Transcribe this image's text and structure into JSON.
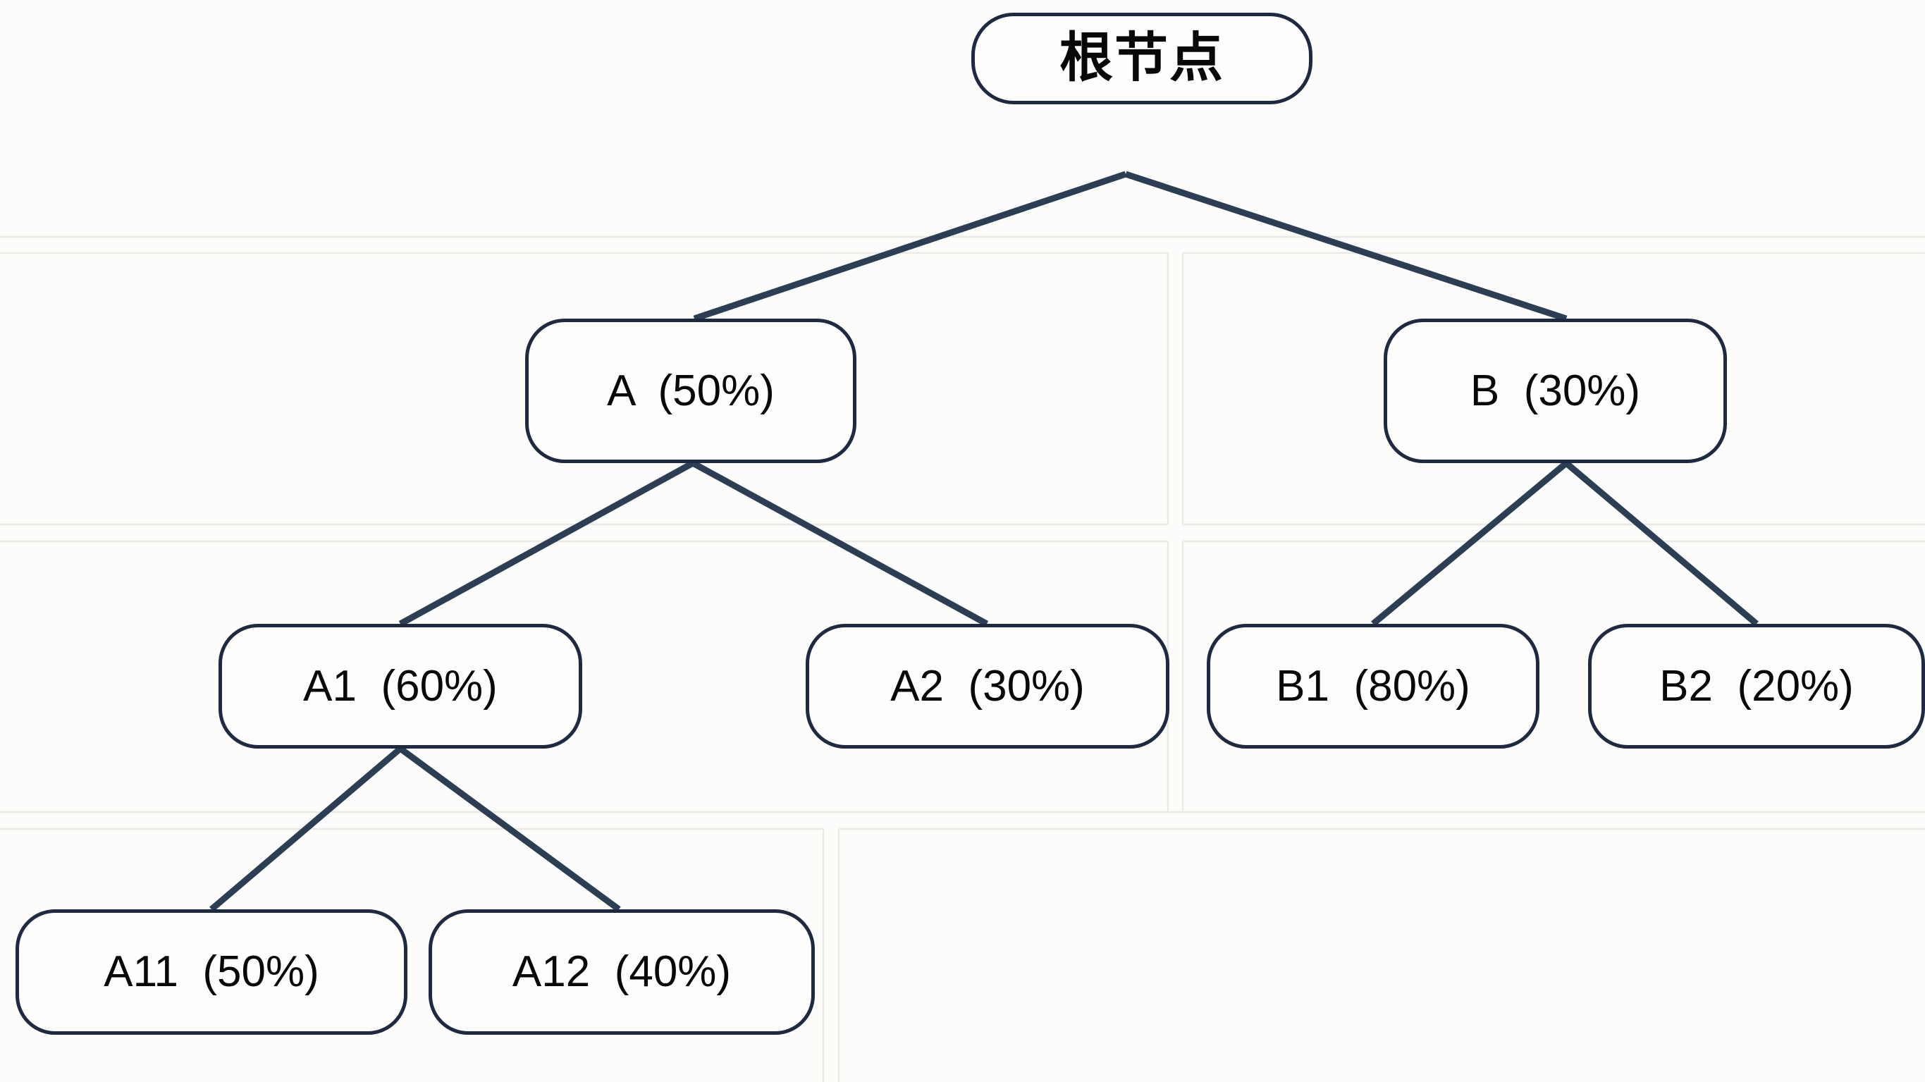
{
  "diagram": {
    "kind": "hierarchy-tree",
    "background_color": "#fcfcfa",
    "node_fill": "#fdfdfb",
    "node_border_color": "#1d2a42",
    "edge_color": "#2c3e54",
    "text_color": "#080808",
    "grid_line_color": "#e8e8e4"
  },
  "nodes": {
    "root": {
      "label": "根节点",
      "name": "根节点",
      "percent": null
    },
    "a": {
      "label": "A  (50%)",
      "name": "A",
      "percent": 50
    },
    "b": {
      "label": "B  (30%)",
      "name": "B",
      "percent": 30
    },
    "a1": {
      "label": "A1  (60%)",
      "name": "A1",
      "percent": 60
    },
    "a2": {
      "label": "A2  (30%)",
      "name": "A2",
      "percent": 30
    },
    "b1": {
      "label": "B1  (80%)",
      "name": "B1",
      "percent": 80
    },
    "b2": {
      "label": "B2  (20%)",
      "name": "B2",
      "percent": 20
    },
    "a11": {
      "label": "A11  (50%)",
      "name": "A11",
      "percent": 50
    },
    "a12": {
      "label": "A12  (40%)",
      "name": "A12",
      "percent": 40
    }
  },
  "edges": [
    {
      "from": "root",
      "to": "a"
    },
    {
      "from": "root",
      "to": "b"
    },
    {
      "from": "a",
      "to": "a1"
    },
    {
      "from": "a",
      "to": "a2"
    },
    {
      "from": "b",
      "to": "b1"
    },
    {
      "from": "b",
      "to": "b2"
    },
    {
      "from": "a1",
      "to": "a11"
    },
    {
      "from": "a1",
      "to": "a12"
    }
  ]
}
